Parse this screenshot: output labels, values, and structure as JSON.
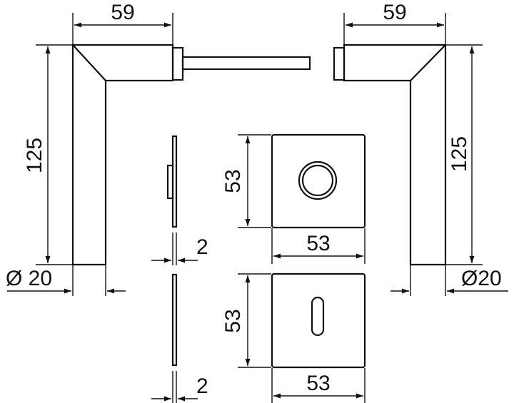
{
  "dimensions": {
    "left_handle_width": "59",
    "left_handle_height": "125",
    "left_handle_diameter": "Ø 20",
    "right_handle_width": "59",
    "right_handle_height": "125",
    "right_handle_diameter": "Ø20",
    "rose_height": "53",
    "rose_width": "53",
    "rose_thickness": "2",
    "escutcheon_height": "53",
    "escutcheon_width": "53",
    "escutcheon_thickness": "2"
  },
  "colors": {
    "line": "#111111",
    "background": "#ffffff"
  }
}
